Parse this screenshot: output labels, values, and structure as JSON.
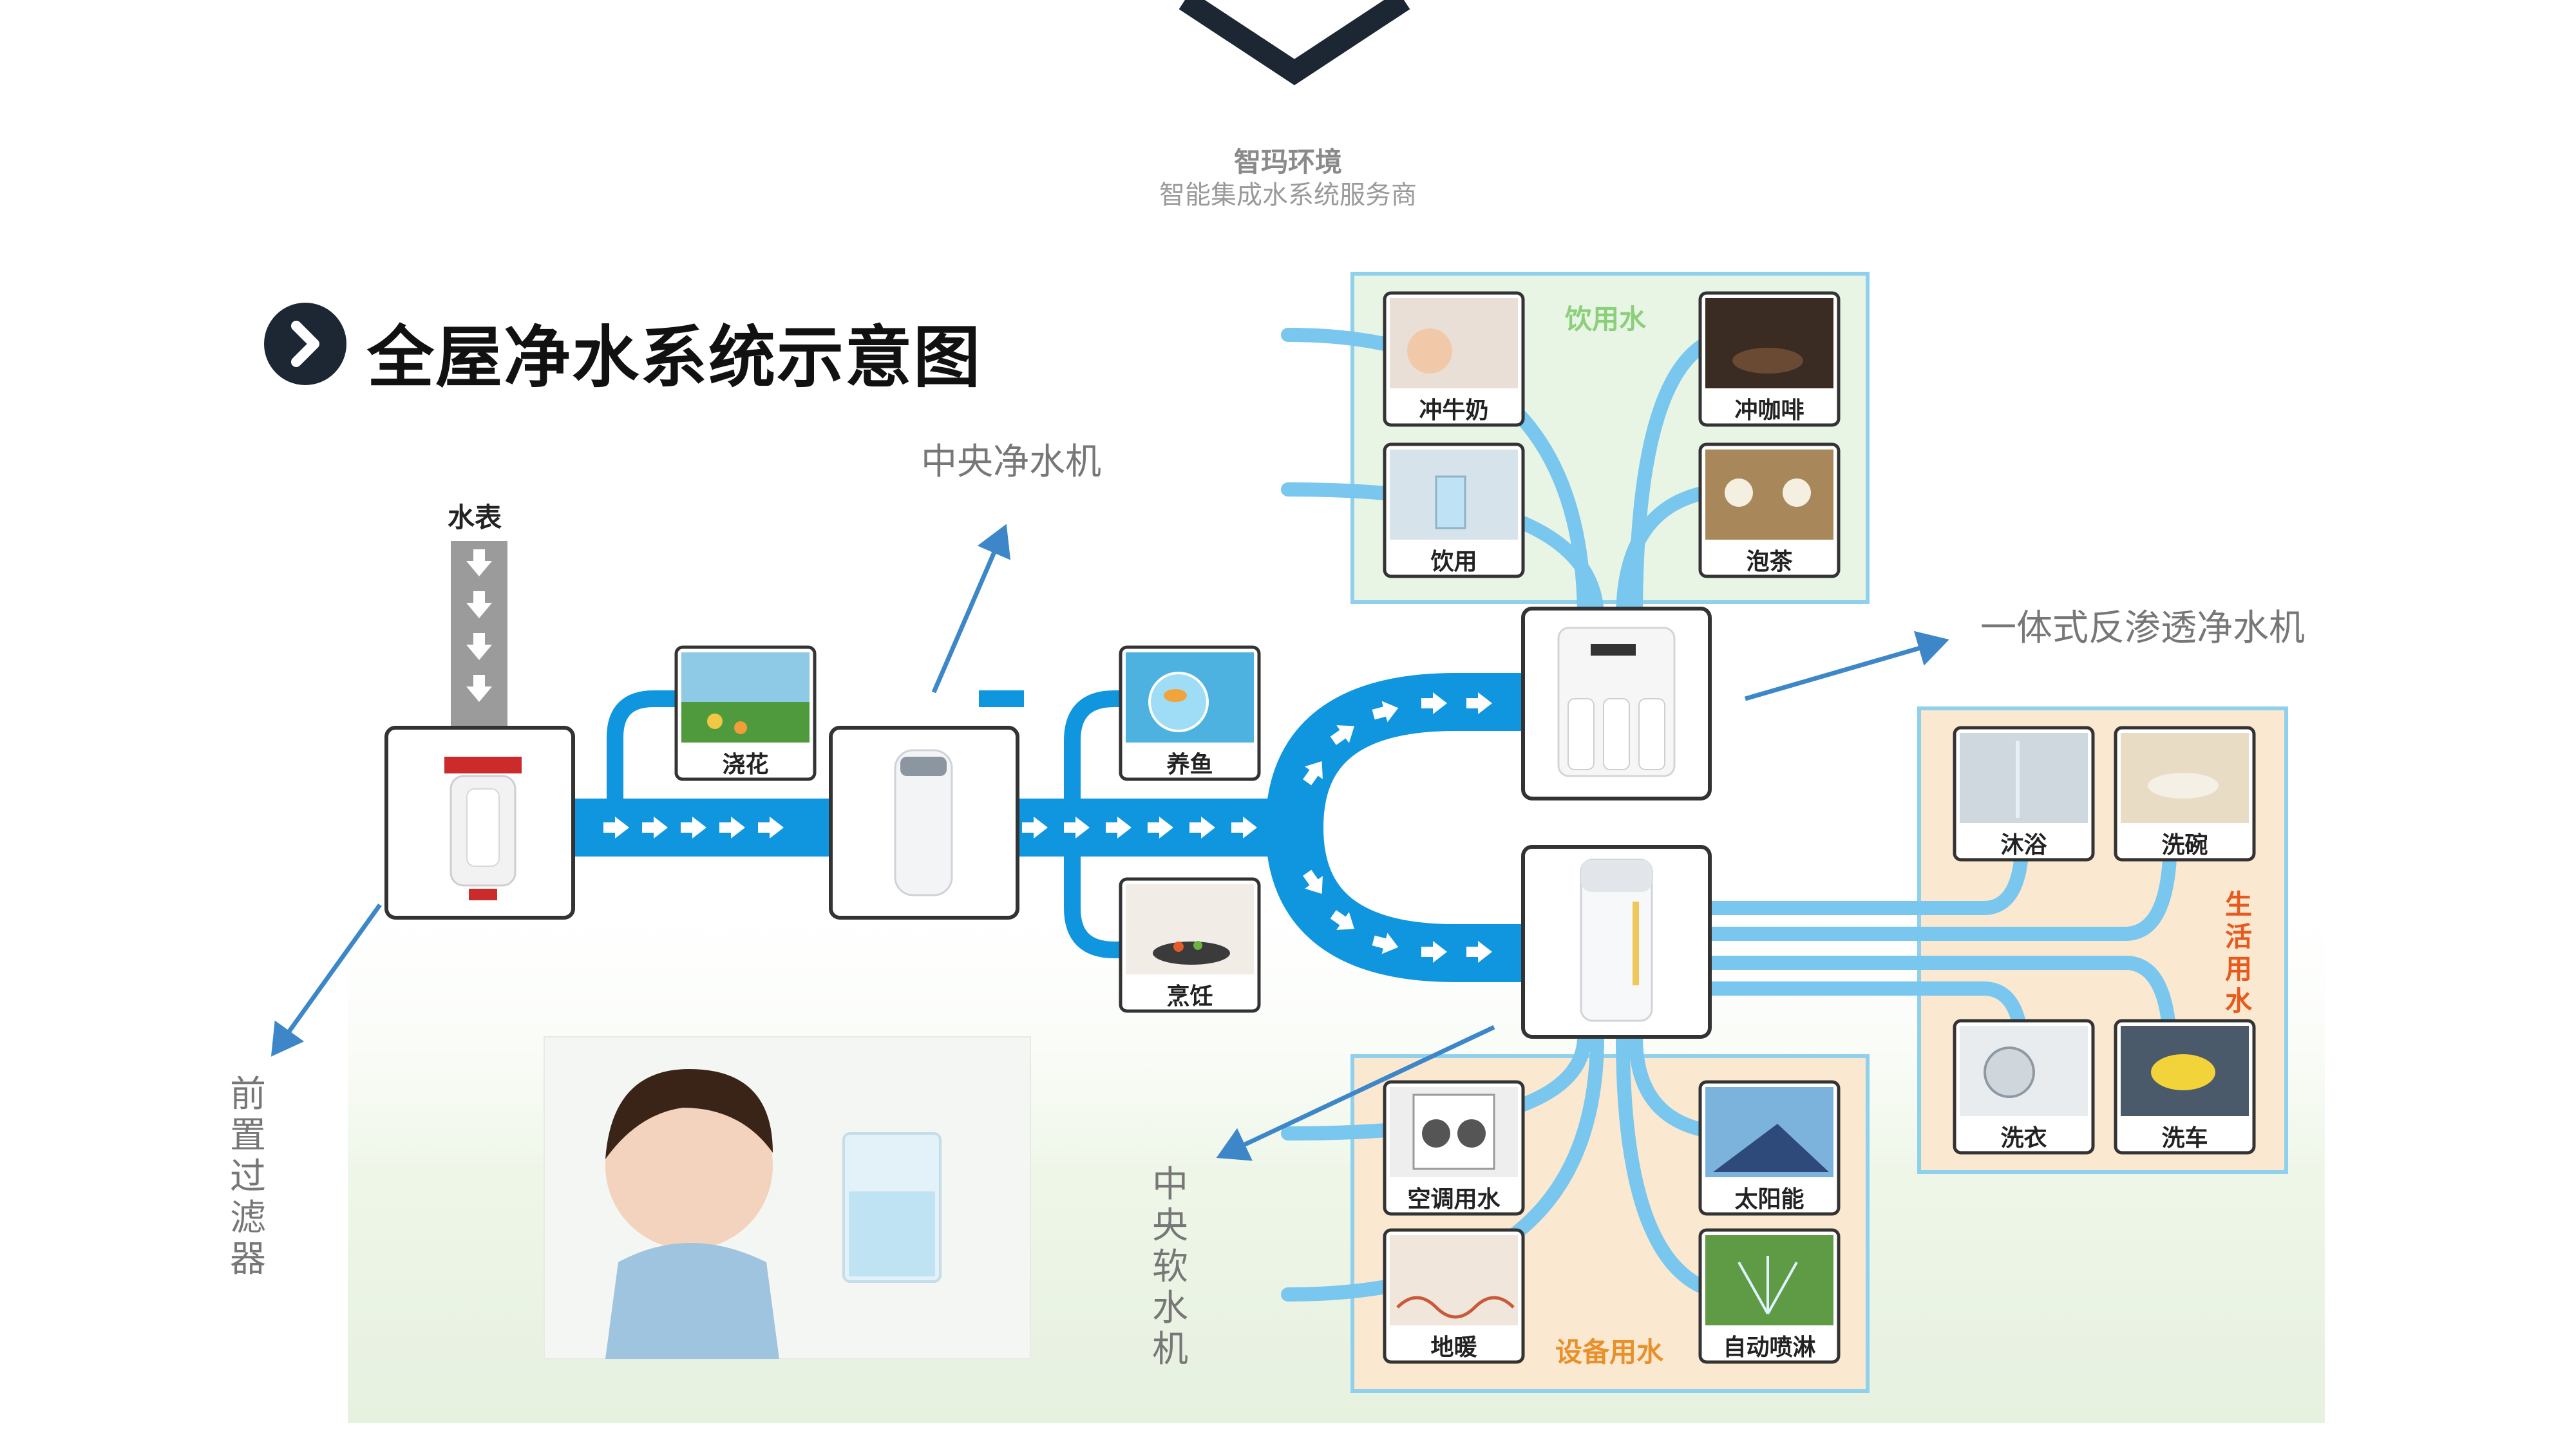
{
  "header": {
    "company": "智玛环境",
    "tagline": "智能集成水系统服务商"
  },
  "title": "全屋净水系统示意图",
  "meter": {
    "label": "水表"
  },
  "callouts": {
    "central_purifier": "中央净水机",
    "ro_purifier": "一体式反渗透净水机",
    "pre_filter": "前置过滤器",
    "softener": "中央软水机"
  },
  "branch_uses": {
    "watering": "浇花",
    "fish": "养鱼",
    "cooking": "烹饪"
  },
  "zones": {
    "drinking": {
      "title": "饮用水",
      "items": [
        "冲牛奶",
        "冲咖啡",
        "饮用",
        "泡茶"
      ]
    },
    "living": {
      "title": "生活用水",
      "items": [
        "沐浴",
        "洗碗",
        "洗衣",
        "洗车"
      ]
    },
    "equipment": {
      "title": "设备用水",
      "items": [
        "空调用水",
        "太阳能",
        "地暖",
        "自动喷淋"
      ]
    }
  },
  "colors": {
    "pipe_main": "#0f96de",
    "pipe_light": "#79c6ef",
    "drinking_bg": "#e8f5e4",
    "zone_border": "#8fd0ec",
    "warm_bg": "#fbe8d0",
    "living_title": "#e65a1e",
    "equipment_title": "#e8902a",
    "drinking_title": "#8ccf7a",
    "callout_arrow": "#3d87c8"
  }
}
